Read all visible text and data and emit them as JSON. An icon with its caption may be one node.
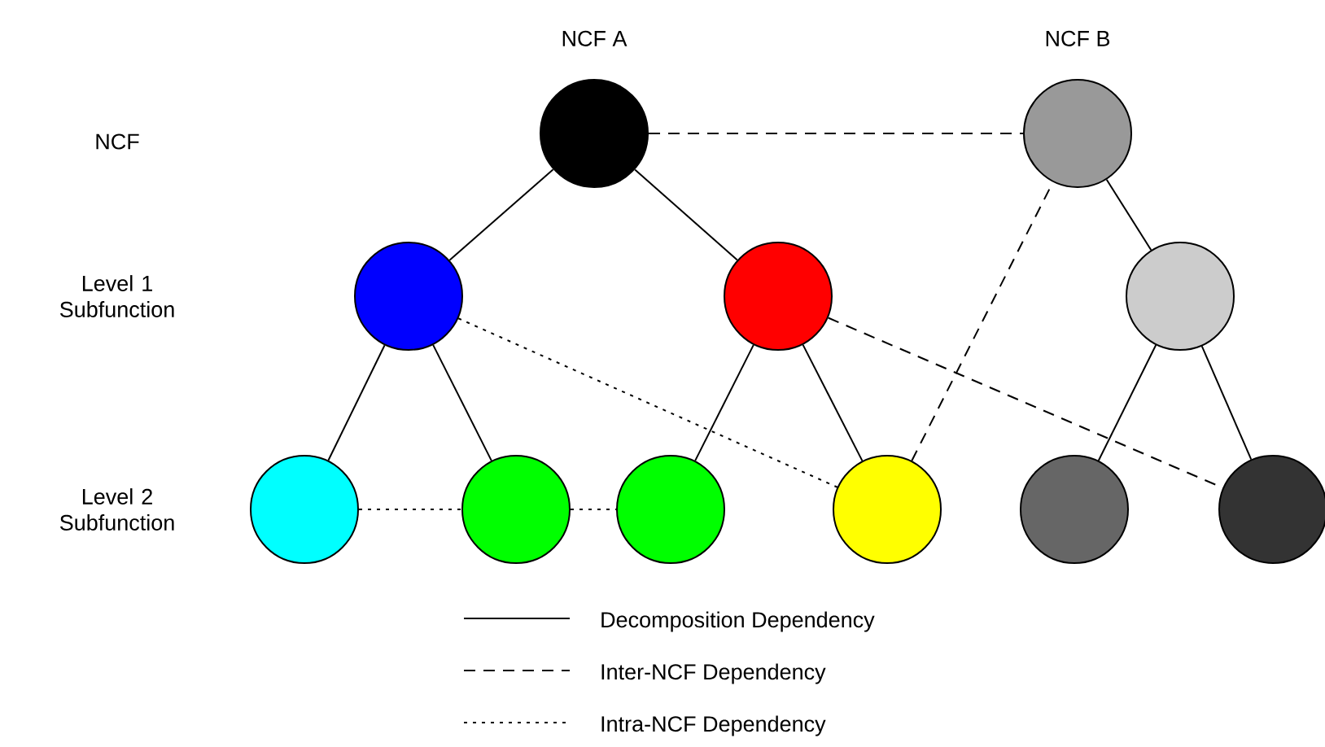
{
  "diagram": {
    "nodes": [
      {
        "text": [],
        "shape": "circle",
        "beside": [
          "NCF A"
        ]
      },
      {
        "text": [],
        "shape": "circle",
        "beside": [
          "NCF B"
        ]
      },
      {
        "text": [],
        "shape": "circle"
      },
      {
        "text": [],
        "shape": "circle"
      },
      {
        "text": [],
        "shape": "circle"
      },
      {
        "text": [],
        "shape": "circle"
      },
      {
        "text": [],
        "shape": "circle"
      },
      {
        "text": [],
        "shape": "circle"
      },
      {
        "text": [],
        "shape": "circle"
      },
      {
        "text": [],
        "shape": "circle"
      },
      {
        "text": [],
        "shape": "circle"
      }
    ],
    "edges": [
      {
        "from": 0,
        "to": 1,
        "arrow": "none",
        "style": "dashed"
      },
      {
        "from": 0,
        "to": 2,
        "arrow": "none"
      },
      {
        "from": 0,
        "to": 3,
        "arrow": "none"
      },
      {
        "from": 1,
        "to": 4,
        "arrow": "none"
      },
      {
        "from": 2,
        "to": 5,
        "arrow": "none"
      },
      {
        "from": 2,
        "to": 6,
        "arrow": "none"
      },
      {
        "from": 2,
        "to": 8,
        "arrow": "none",
        "style": "dashed"
      },
      {
        "from": 3,
        "to": 7,
        "arrow": "none"
      },
      {
        "from": 3,
        "to": 8,
        "arrow": "none"
      },
      {
        "from": 3,
        "to": 10,
        "arrow": "none",
        "style": "dashed"
      },
      {
        "from": 8,
        "to": 1,
        "arrow": "none",
        "style": "dashed"
      },
      {
        "from": 4,
        "to": 9,
        "arrow": "none"
      },
      {
        "from": 4,
        "to": 10,
        "arrow": "none"
      },
      {
        "from": 5,
        "to": 6,
        "arrow": "none",
        "style": "dashed"
      },
      {
        "from": 6,
        "to": 7,
        "arrow": "none",
        "style": "dashed"
      }
    ],
    "labels": [
      "NCF",
      "Level 1 Subfunction",
      "Level 2 Subfunction"
    ],
    "legend": [
      {
        "text": "Decomposition Dependency"
      },
      {
        "text": "Inter-NCF Dependency"
      },
      {
        "text": "Intra-NCF Dependency"
      }
    ]
  }
}
